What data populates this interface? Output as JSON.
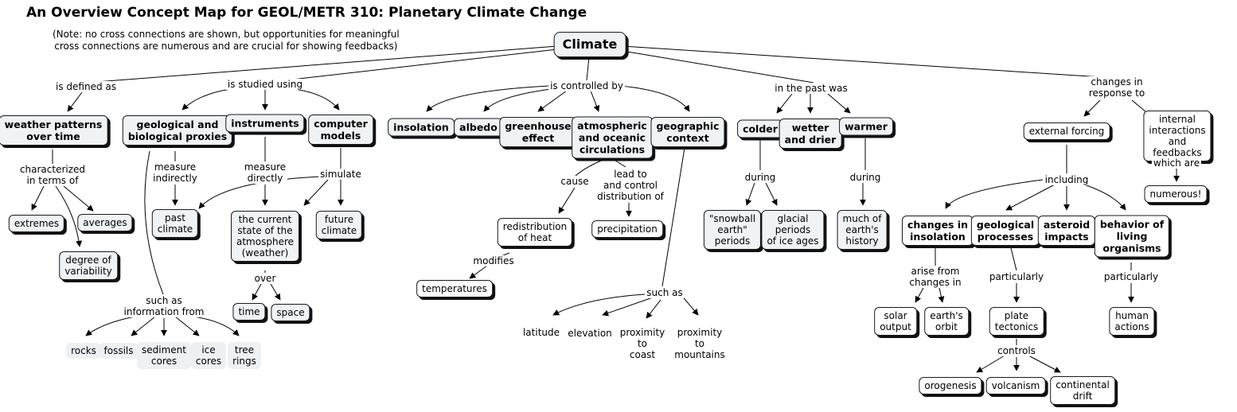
{
  "title": "An Overview Concept Map for GEOL/METR 310: Planetary Climate Change",
  "note": "(Note: no cross connections are shown, but opportunities for meaningful\ncross connections are numerous and are crucial for showing feedbacks)",
  "nodes": {
    "climate": "Climate",
    "weather_patterns": "weather patterns\nover time",
    "extremes": "extremes",
    "averages": "averages",
    "degree_of_variability": "degree of\nvariability",
    "geological_proxies": "geological and\nbiological proxies",
    "instruments": "instruments",
    "computer_models": "computer\nmodels",
    "past_climate": "past\nclimate",
    "current_state": "the current\nstate of the\natmosphere\n(weather)",
    "future_climate": "future\nclimate",
    "time": "time",
    "space": "space",
    "rocks": "rocks",
    "fossils": "fossils",
    "sediment_cores": "sediment\ncores",
    "ice_cores": "ice\ncores",
    "tree_rings": "tree\nrings",
    "insolation": "insolation",
    "albedo": "albedo",
    "greenhouse_effect": "greenhouse\neffect",
    "atm_ocean_circ": "atmospheric\nand oceanic\ncirculations",
    "geographic_context": "geographic\ncontext",
    "redistribution_heat": "redistribution\nof heat",
    "precipitation": "precipitation",
    "temperatures": "temperatures",
    "latitude": "latitude",
    "elevation": "elevation",
    "proximity_coast": "proximity\nto\ncoast",
    "proximity_mountains": "proximity\nto\nmountains",
    "colder": "colder",
    "wetter_drier": "wetter\nand drier",
    "warmer": "warmer",
    "snowball_earth": "\"snowball\nearth\"\nperiods",
    "glacial_periods": "glacial\nperiods\nof ice ages",
    "much_history": "much of\nearth's\nhistory",
    "external_forcing": "external forcing",
    "internal_interactions": "internal interactions\nand feedbacks",
    "numerous": "numerous!",
    "changes_insolation": "changes in\ninsolation",
    "geological_processes": "geological\nprocesses",
    "asteroid_impacts": "asteroid\nimpacts",
    "behavior_organisms": "behavior of\nliving\norganisms",
    "solar_output": "solar\noutput",
    "earths_orbit": "earth's\norbit",
    "plate_tectonics": "plate\ntectonics",
    "human_actions": "human\nactions",
    "orogenesis": "orogenesis",
    "volcanism": "volcanism",
    "continental_drift": "continental\ndrift"
  },
  "links": {
    "is_defined_as": "is defined as",
    "is_studied_using": "is studied using",
    "is_controlled_by": "is controlled by",
    "in_the_past_was": "in the past was",
    "changes_in_response_to": "changes in\nresponse to",
    "characterized_in_terms_of": "characterized\nin terms of",
    "measure_indirectly": "measure\nindirectly",
    "measure_directly": "measure\ndirectly",
    "simulate": "simulate",
    "over": "over",
    "such_as_information_from": "such as\ninformation from",
    "cause": "cause",
    "lead_to_control": "lead to\nand control\ndistribution of",
    "modifies": "modifies",
    "such_as": "such as",
    "during_1": "during",
    "during_2": "during",
    "including": "including",
    "which_are": "which are",
    "arise_from_changes_in": "arise from\nchanges in",
    "particularly_1": "particularly",
    "particularly_2": "particularly",
    "controls": "controls"
  }
}
